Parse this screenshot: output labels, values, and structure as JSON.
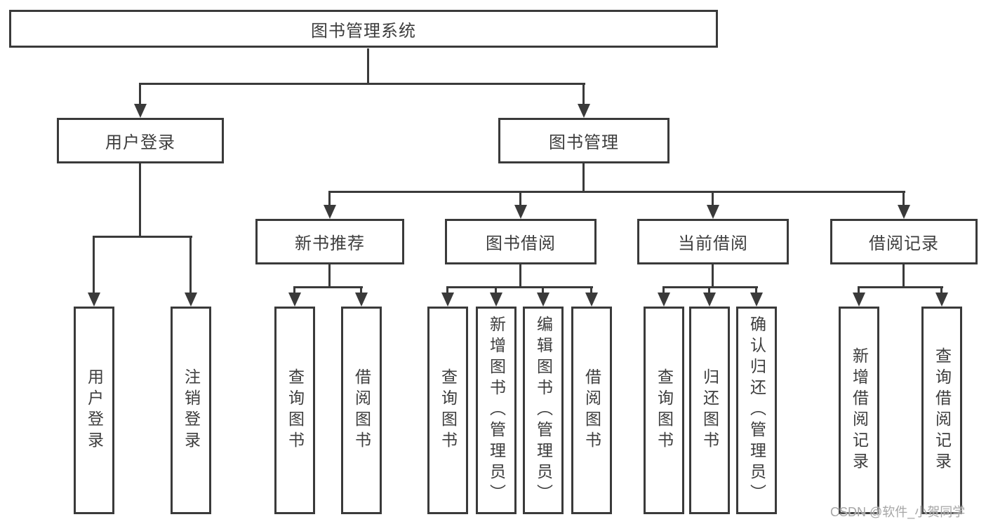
{
  "diagram": {
    "root": "图书管理系统",
    "user_branch": {
      "label": "用户登录",
      "children": [
        "用户登录",
        "注销登录"
      ]
    },
    "book_branch": {
      "label": "图书管理",
      "groups": [
        {
          "label": "新书推荐",
          "children": [
            "查询图书",
            "借阅图书"
          ]
        },
        {
          "label": "图书借阅",
          "children": [
            "查询图书",
            "新增图书（管理员）",
            "编辑图书（管理员）",
            "借阅图书"
          ]
        },
        {
          "label": "当前借阅",
          "children": [
            "查询图书",
            "归还图书",
            "确认归还（管理员）"
          ]
        },
        {
          "label": "借阅记录",
          "children": [
            "新增借阅记录",
            "查询借阅记录"
          ]
        }
      ]
    }
  },
  "watermark": "CSDN @软件_小贺同学",
  "colors": {
    "line": "#3a3a3a",
    "text": "#3d3d3d",
    "watermark": "#a6a6a6",
    "background": "#ffffff"
  }
}
